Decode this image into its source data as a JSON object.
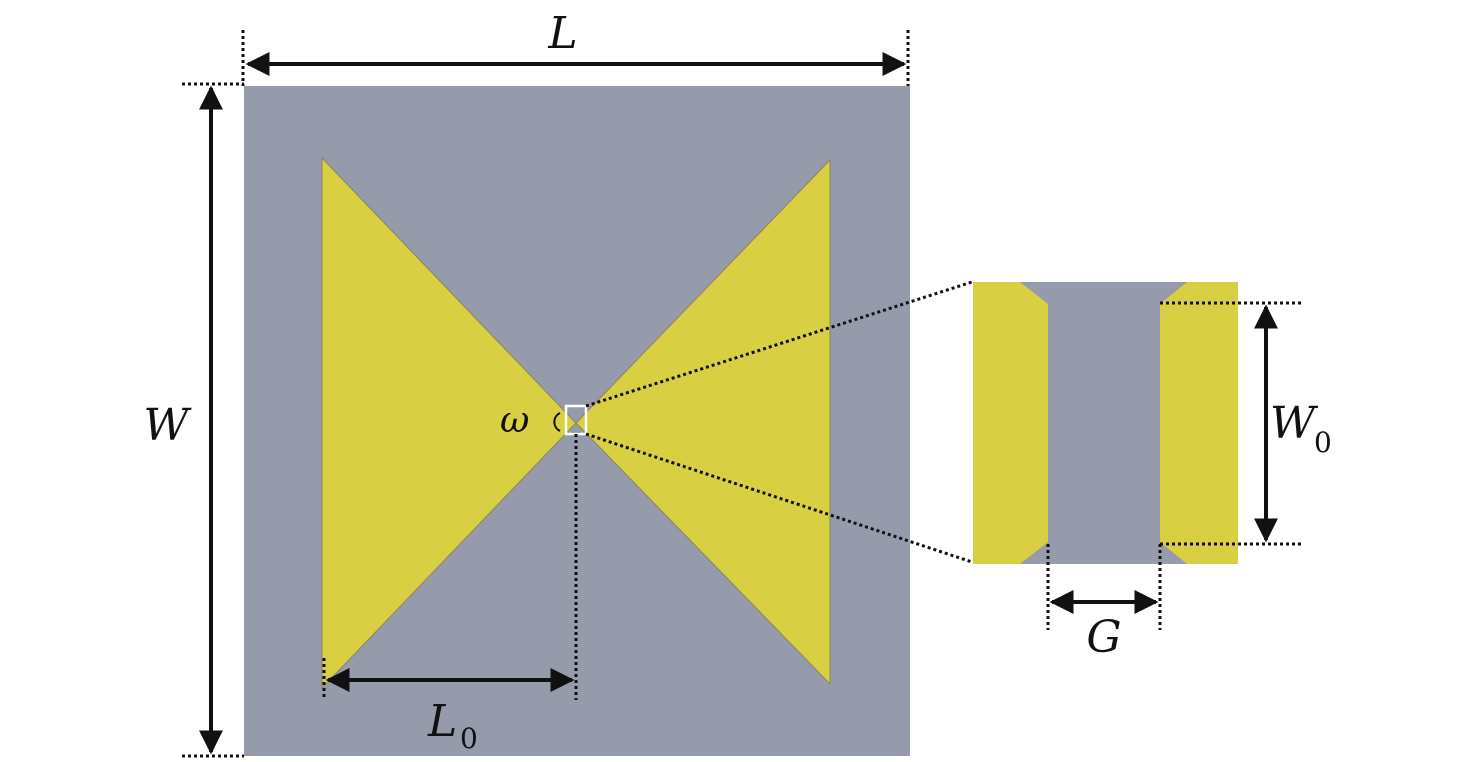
{
  "labels": {
    "length": "L",
    "width": "W",
    "arm_length": "L",
    "arm_length_sub": "0",
    "feed_width": "W",
    "feed_width_sub": "0",
    "gap": "G",
    "angle": "ω"
  },
  "colors": {
    "substrate": "#959BAA",
    "metal": "#D8CF42",
    "line": "#111111",
    "highlight": "#ffffff"
  }
}
